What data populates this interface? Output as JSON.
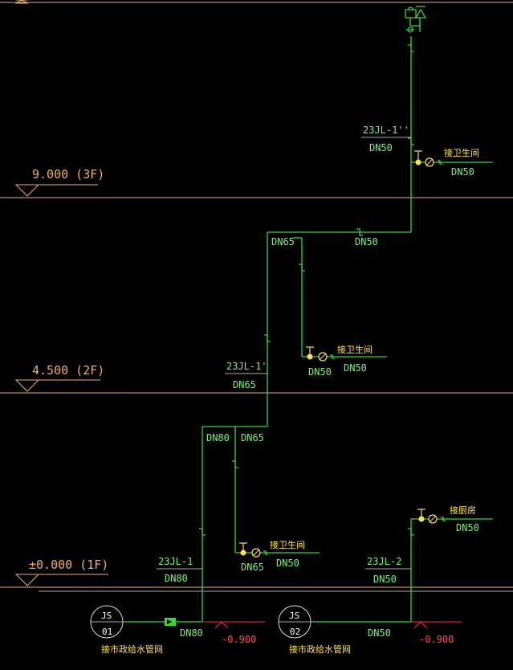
{
  "levels": [
    {
      "label": "9.000 (3F)"
    },
    {
      "label": "4.500 (2F)"
    },
    {
      "label": "±0.000 (1F)"
    }
  ],
  "risers": [
    {
      "tag": "23JL-1''",
      "size": "DN50"
    },
    {
      "tag": "23JL-1'",
      "size": "DN65"
    },
    {
      "tag": "23JL-1",
      "size": "DN80"
    },
    {
      "tag": "23JL-2",
      "size": "DN50"
    }
  ],
  "pipe_sizes": {
    "top_branch": "DN50",
    "f2_left": "DN65",
    "f2_right": "DN50",
    "f2_branch_a": "DN50",
    "f2_branch_b": "DN50",
    "f1_left": "DN80",
    "f1_right": "DN65",
    "f1_branch_a": "DN65",
    "f1_branch_b": "DN50",
    "kitchen_branch": "DN50",
    "main1": "DN80",
    "main2": "DN50"
  },
  "fixtures": {
    "toilet_label": "接卫生间",
    "kitchen_label": "接厨房"
  },
  "connections": [
    {
      "circle_top": "JS",
      "circle_bottom": "01",
      "caption": "接市政给水管网",
      "elevation": "-0.900"
    },
    {
      "circle_top": "JS",
      "circle_bottom": "02",
      "caption": "接市政给水管网",
      "elevation": "-0.900"
    }
  ],
  "colors": {
    "pipe": "#3ad43a",
    "level_line": "#e8b070",
    "valve": "#ffe44d",
    "elevation": "#ff5050",
    "background": "#000000"
  }
}
